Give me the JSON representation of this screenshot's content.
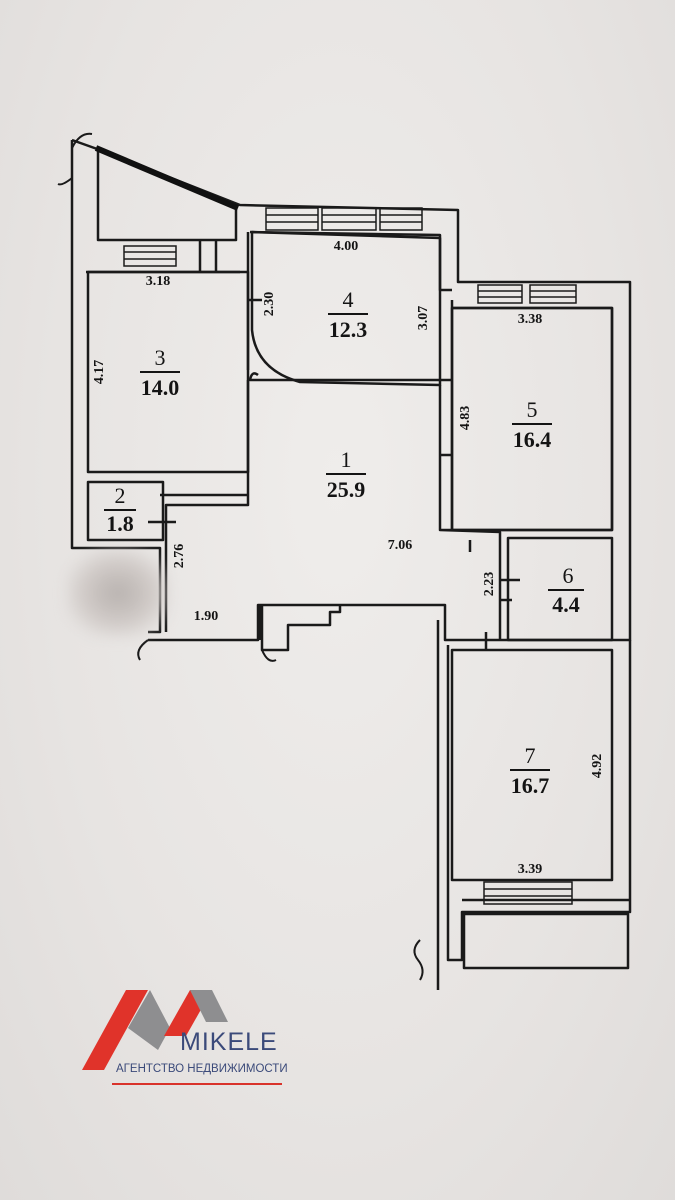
{
  "rooms": [
    {
      "number": "1",
      "area": "25.9"
    },
    {
      "number": "2",
      "area": "1.8"
    },
    {
      "number": "3",
      "area": "14.0"
    },
    {
      "number": "4",
      "area": "12.3"
    },
    {
      "number": "5",
      "area": "16.4"
    },
    {
      "number": "6",
      "area": "4.4"
    },
    {
      "number": "7",
      "area": "16.7"
    }
  ],
  "dimensions": {
    "room3_width": "3.18",
    "room3_length": "4.17",
    "room4_width": "4.00",
    "room4_left": "2.30",
    "room4_right": "3.07",
    "room5_width": "3.38",
    "room5_length": "4.83",
    "hall_length": "7.06",
    "corridor_width": "2.76",
    "corridor_length": "1.90",
    "room6_side": "2.23",
    "room7_width": "3.39",
    "room7_length": "4.92"
  },
  "logo": {
    "name": "MIKELE",
    "subtitle": "АГЕНТСТВО НЕДВИЖИМОСТИ",
    "colors": {
      "red": "#e0332a",
      "gray": "#8e8e90",
      "navy": "#3b4a7a"
    }
  }
}
